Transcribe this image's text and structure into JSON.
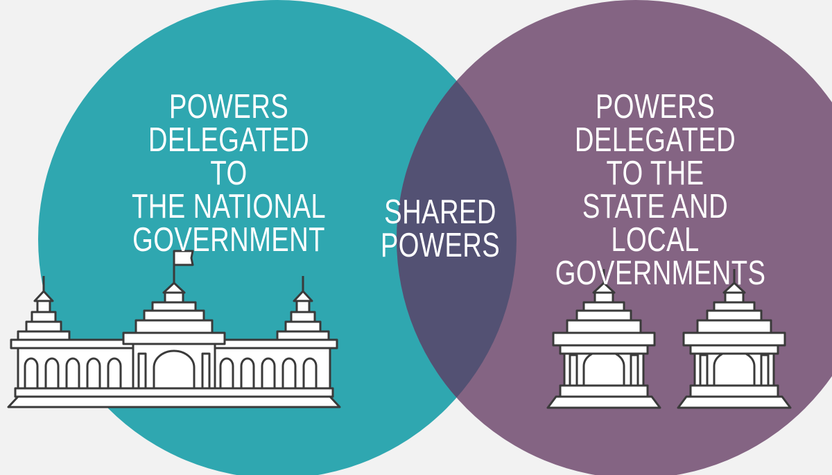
{
  "colors": {
    "background": "#f2f2f2",
    "left_circle": "#2fa7b0",
    "right_circle": "#846483",
    "overlap": "#535173",
    "building_fill": "#ffffff",
    "building_stroke": "#3a3a3a",
    "text": "#ffffff"
  },
  "left_set": {
    "lines": [
      "POWERS",
      "DELEGATED TO",
      "THE NATIONAL",
      "GOVERNMENT"
    ]
  },
  "right_set": {
    "lines": [
      "POWERS",
      "DELEGATED TO THE",
      "STATE AND LOCAL",
      "GOVERNMENTS"
    ]
  },
  "intersection": {
    "lines": [
      "SHARED",
      "POWERS"
    ]
  },
  "icons": {
    "left": "capitol-building-icon",
    "right": [
      "state-building-icon",
      "local-building-icon"
    ]
  }
}
